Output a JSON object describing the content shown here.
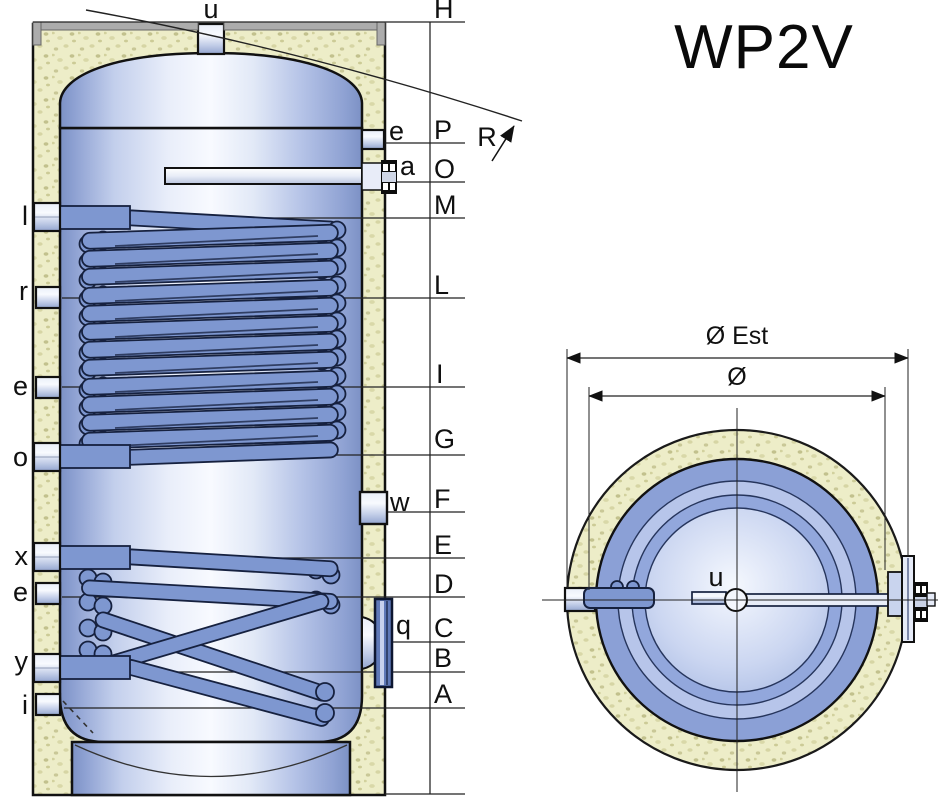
{
  "title": "WP2V",
  "side_view": {
    "top_port": "u",
    "left_ports": {
      "l1": "l",
      "r": "r",
      "e1": "e",
      "o": "o",
      "x": "x",
      "e2": "e",
      "y": "y",
      "i": "i"
    },
    "right_ports": {
      "e_top": "e",
      "a": "a",
      "w": "w",
      "q": "q"
    },
    "levels": {
      "H": "H",
      "P": "P",
      "O": "O",
      "M": "M",
      "L": "L",
      "I": "I",
      "G": "G",
      "F": "F",
      "E": "E",
      "D": "D",
      "C": "C",
      "B": "B",
      "A": "A"
    },
    "radius_label": "R"
  },
  "top_view": {
    "outer_diameter_label": "Ø Est",
    "inner_diameter_label": "Ø",
    "center_port_label": "u"
  },
  "colors": {
    "insulation": "#EDEDC8",
    "tank_mid": "#F8FAFF",
    "tank_edge": "#7C91C5",
    "coil": "#7E97D0",
    "outline": "#111111"
  }
}
